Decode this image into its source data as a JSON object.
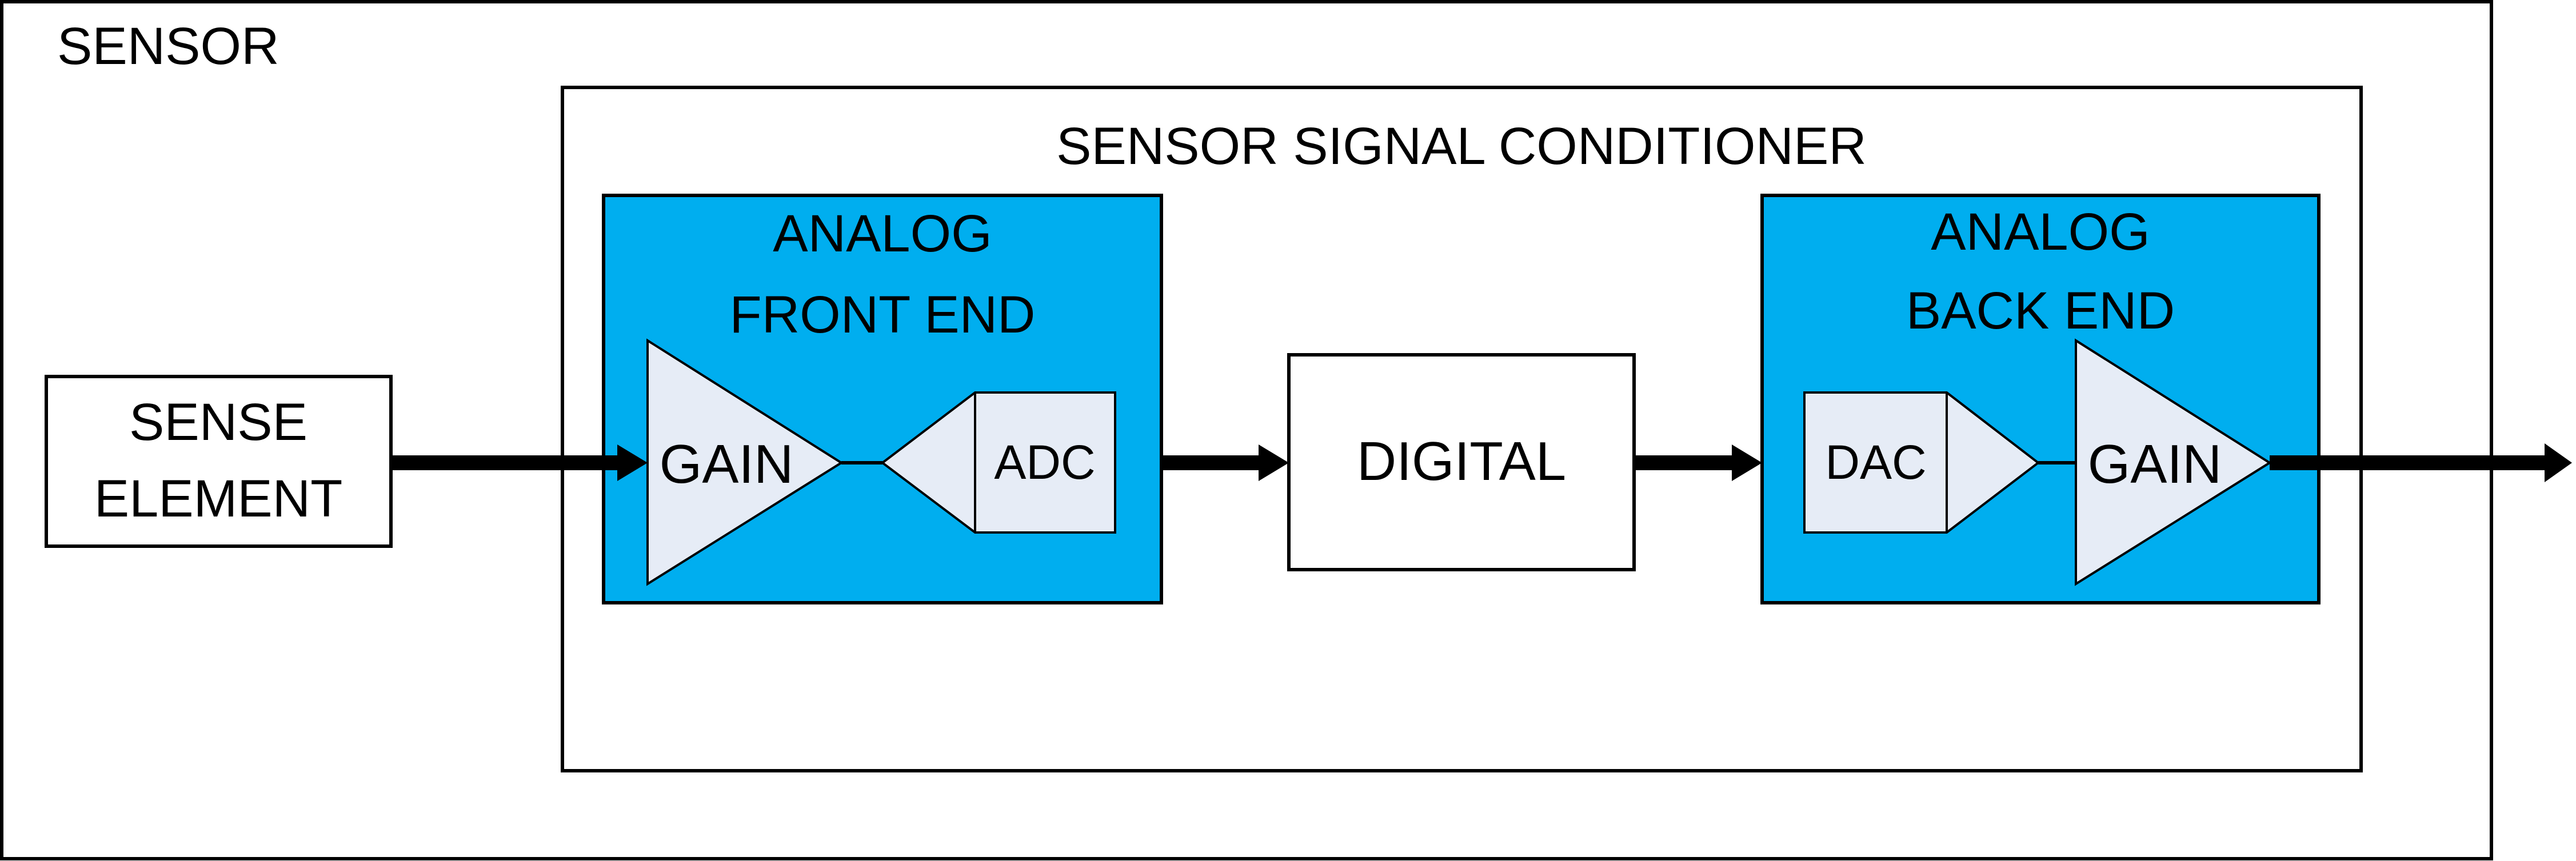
{
  "sensor": {
    "label": "SENSOR"
  },
  "conditioner": {
    "label": "SENSOR SIGNAL CONDITIONER"
  },
  "sense_element": {
    "line1": "SENSE",
    "line2": "ELEMENT"
  },
  "analog_front_end": {
    "line1": "ANALOG",
    "line2": "FRONT END",
    "gain_label": "GAIN",
    "adc_label": "ADC"
  },
  "digital": {
    "label": "DIGITAL"
  },
  "analog_back_end": {
    "line1": "ANALOG",
    "line2": "BACK END",
    "dac_label": "DAC",
    "gain_label": "GAIN"
  },
  "colors": {
    "block_fill": "#00AEEF",
    "component_fill": "#E6ECF6",
    "stroke": "#000000"
  }
}
